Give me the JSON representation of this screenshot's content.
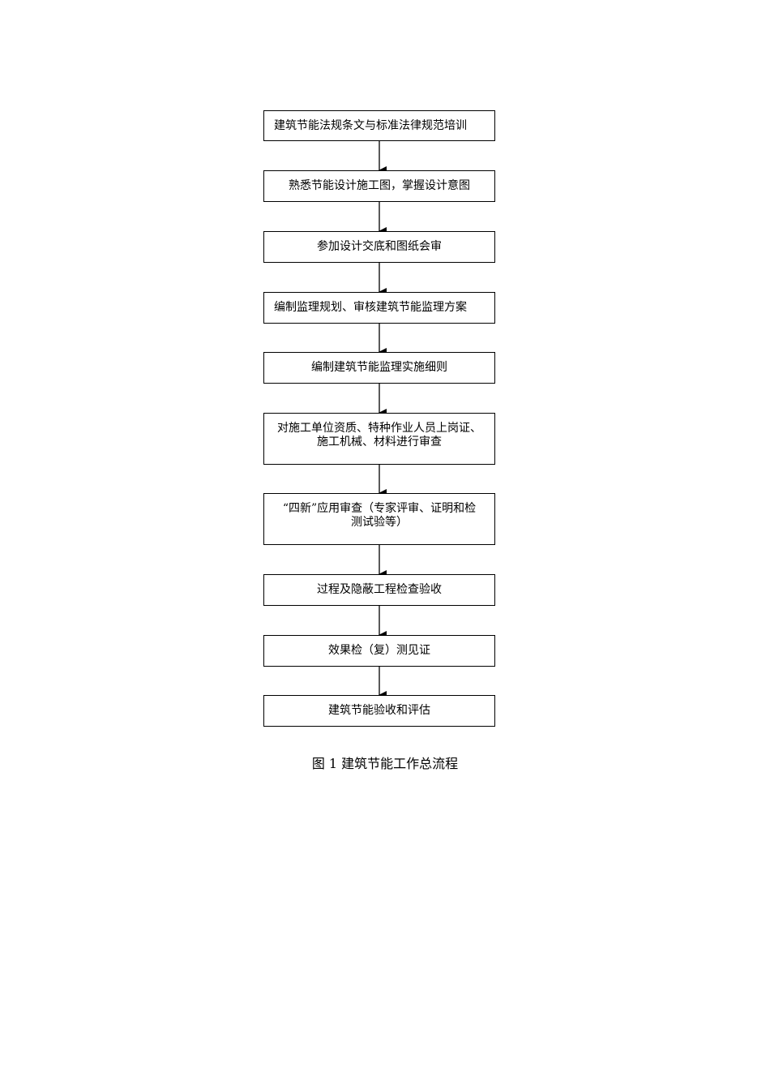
{
  "flow": {
    "steps": [
      "建筑节能法规条文与标准法律规范培训",
      "熟悉节能设计施工图，掌握设计意图",
      "参加设计交底和图纸会审",
      "编制监理规划、审核建筑节能监理方案",
      "编制建筑节能监理实施细则",
      [
        "对施工单位资质、特种作业人员上岗证、",
        "施工机械、材料进行审查"
      ],
      [
        "“四新”应用审查（专家评审、证明和检",
        "测试验等）"
      ],
      "过程及隐蔽工程检查验收",
      "效果检（复）测见证",
      "建筑节能验收和评估"
    ]
  },
  "caption": "图 1 建筑节能工作总流程"
}
